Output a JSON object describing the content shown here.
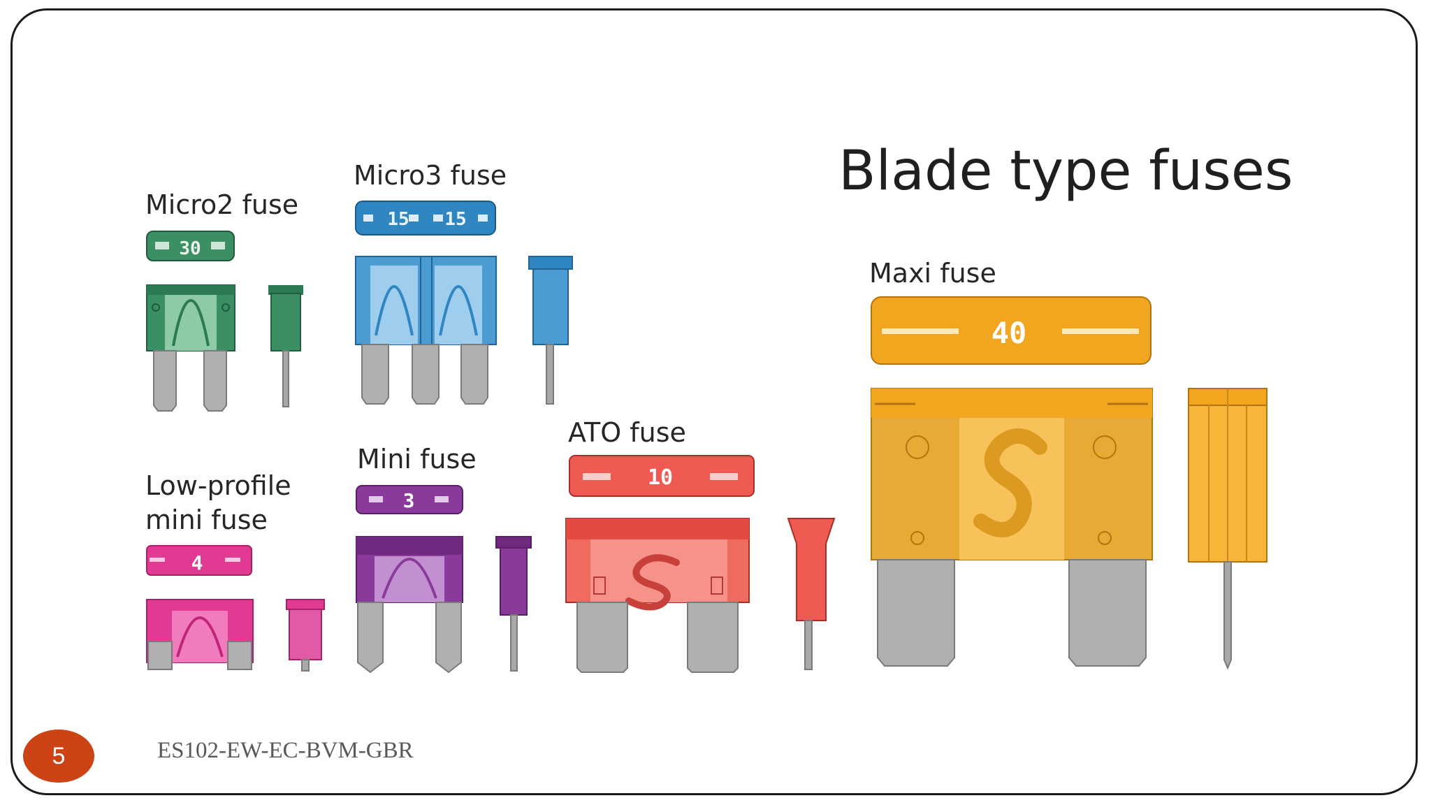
{
  "slide": {
    "title": "Blade type fuses",
    "page_number": "5",
    "footer_text": "ES102-EW-EC-BVM-GBR"
  },
  "fuses": [
    {
      "label": "Micro2 fuse",
      "value": "30",
      "color": "#3a8f63"
    },
    {
      "label": "Micro3 fuse",
      "value_1": "15",
      "value_2": "15",
      "color": "#2f86c0"
    },
    {
      "label": "Maxi fuse",
      "value": "40",
      "color": "#f2a51f"
    },
    {
      "label": "Low-profile mini fuse",
      "line_1": "Low-profile",
      "line_2": "mini fuse",
      "value": "4",
      "color": "#e03a93"
    },
    {
      "label": "Mini fuse",
      "value": "3",
      "color": "#8a3a9a"
    },
    {
      "label": "ATO fuse",
      "value": "10",
      "color": "#ef5b52"
    }
  ]
}
